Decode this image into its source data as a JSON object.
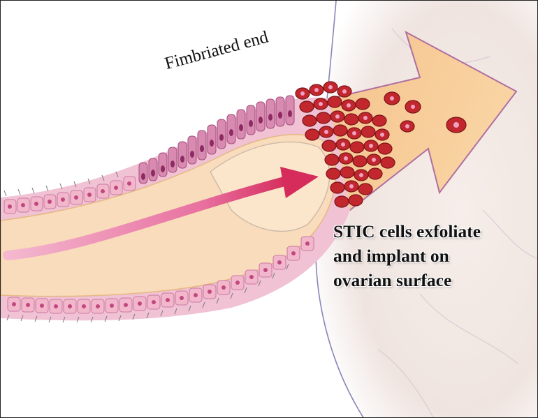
{
  "figure": {
    "labels": {
      "fimbriated_end": "Fimbriated end",
      "stic_lines": [
        "STIC cells exfoliate",
        "and implant on",
        "ovarian surface"
      ]
    },
    "colors": {
      "ovary_background": "#f3ece8",
      "tube_lumen": "#f9dcbb",
      "epithelium_pink": "#eab6c9",
      "cell_nucleus": "#c0487f",
      "ciliated_cells": "#c9699a",
      "stic_cells": "#c1272d",
      "arrow_orange": "#f6c790",
      "flow_arrow": "#e88ab0"
    }
  }
}
